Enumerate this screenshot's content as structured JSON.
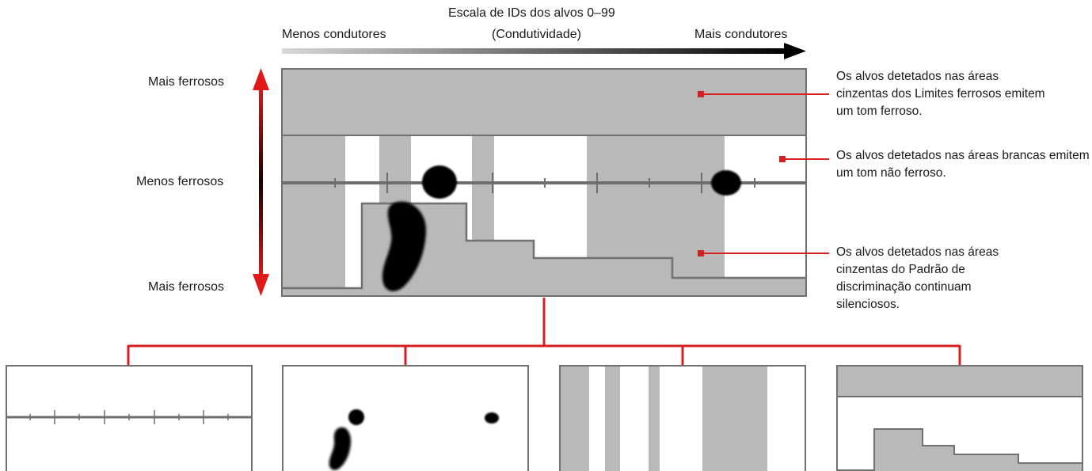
{
  "scale": {
    "title": "Escala de IDs dos alvos 0–99",
    "subtitle": "(Condutividade)",
    "left_label": "Menos condutores",
    "right_label": "Mais condutores"
  },
  "ferrous_axis": {
    "top_label": "Mais ferrosos",
    "middle_label": "Menos ferrosos",
    "bottom_label": "Mais ferrosos"
  },
  "annotations": [
    {
      "text": "Os alvos detetados nas áreas cinzentas dos Limites ferrosos emitem um tom ferroso."
    },
    {
      "text": "Os alvos detetados nas áreas brancas emitem um tom não ferroso."
    },
    {
      "text": "Os alvos detetados nas áreas cinzentas do Padrão de discriminação continuam silenciosos."
    }
  ],
  "colors": {
    "accent": "#d42020",
    "gray_area": "#b9b9b9",
    "line": "#707070",
    "target": "#000000"
  }
}
